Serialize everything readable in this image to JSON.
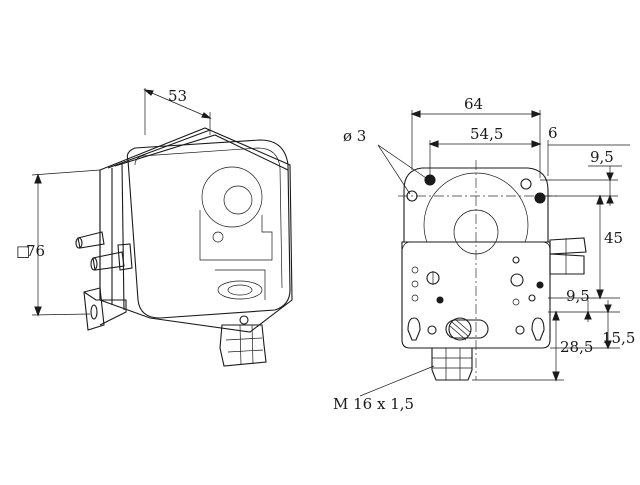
{
  "dimensions": {
    "width_top_iso": "53",
    "height_iso": "76",
    "height_iso_prefix": "□",
    "overall_width": "64",
    "hole_spacing": "54,5",
    "edge_offset": "6",
    "hole_diameter": "ø 3",
    "top_offset": "9,5",
    "vertical_spacing": "45",
    "lower_offset": "9,5",
    "bottom_offset": "15,5",
    "fitting_height": "28,5",
    "thread": "M 16 x 1,5"
  },
  "colors": {
    "line": "#1a1a1a",
    "background": "#ffffff"
  }
}
